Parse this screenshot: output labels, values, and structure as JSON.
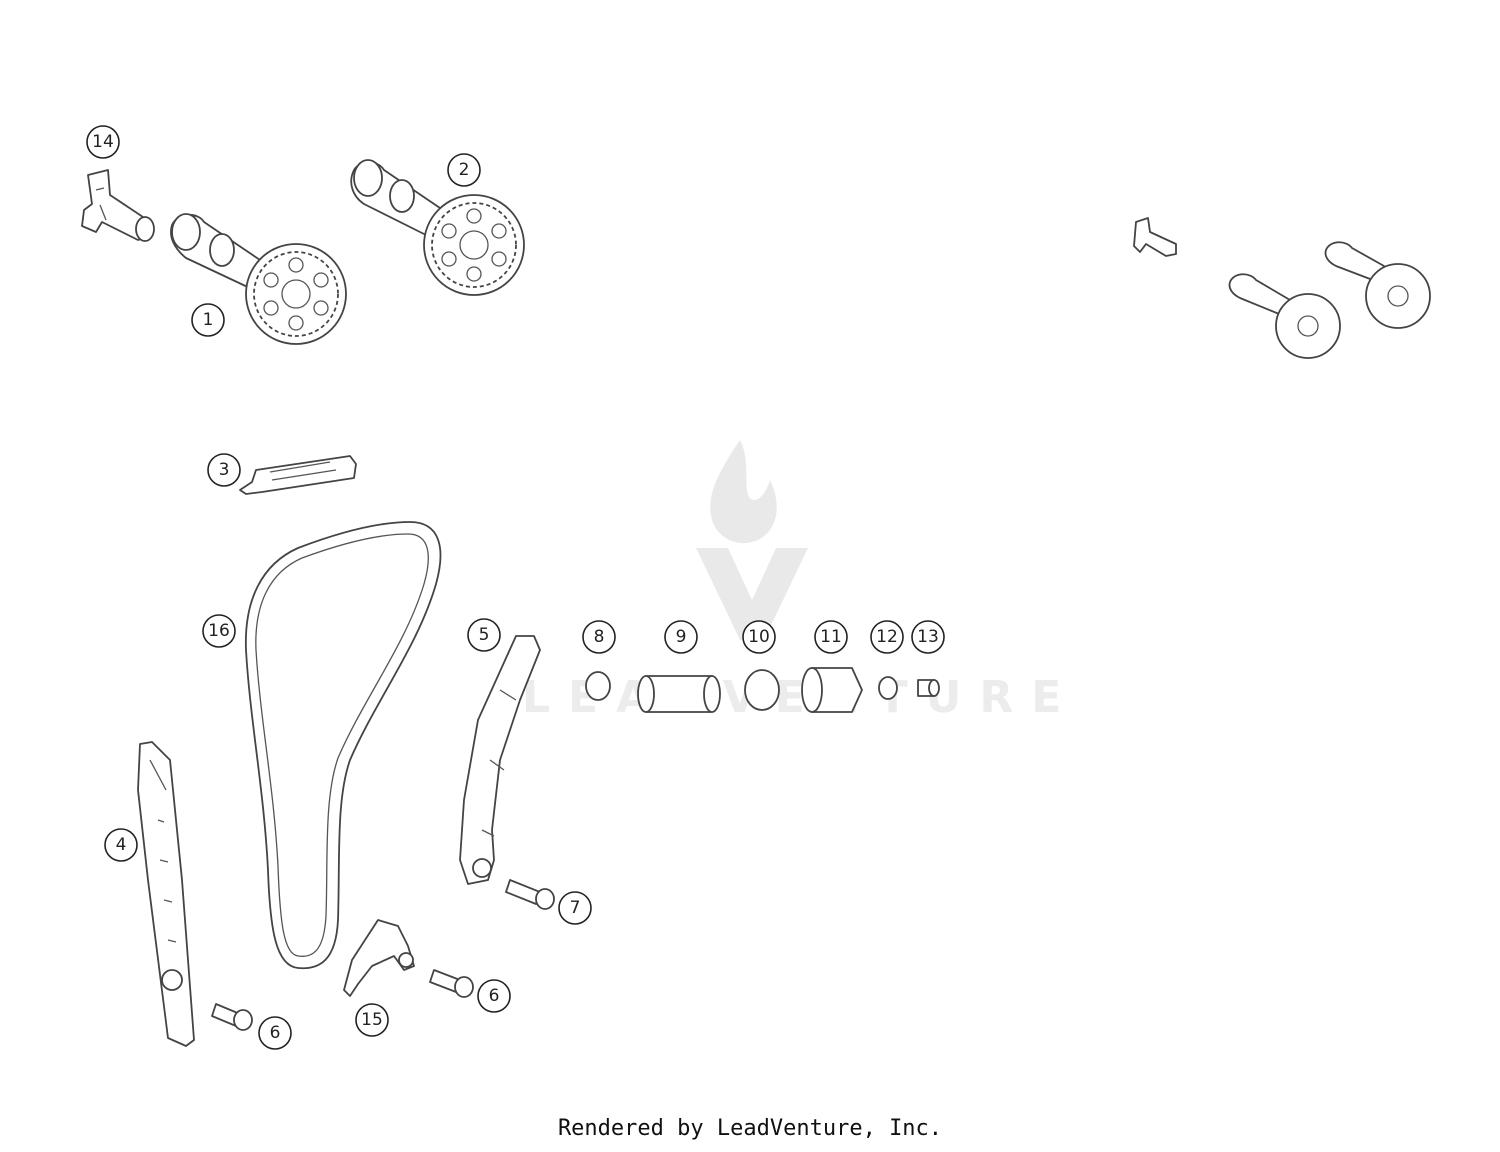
{
  "callouts": [
    {
      "label": "14"
    },
    {
      "label": "2"
    },
    {
      "label": "1"
    },
    {
      "label": "3"
    },
    {
      "label": "16"
    },
    {
      "label": "5"
    },
    {
      "label": "8"
    },
    {
      "label": "9"
    },
    {
      "label": "10"
    },
    {
      "label": "11"
    },
    {
      "label": "12"
    },
    {
      "label": "13"
    },
    {
      "label": "4"
    },
    {
      "label": "7"
    },
    {
      "label": "6"
    },
    {
      "label": "6"
    },
    {
      "label": "15"
    }
  ],
  "watermark": {
    "text": "LEADVENTURE"
  },
  "footer": {
    "text": "Rendered by LeadVenture, Inc."
  }
}
